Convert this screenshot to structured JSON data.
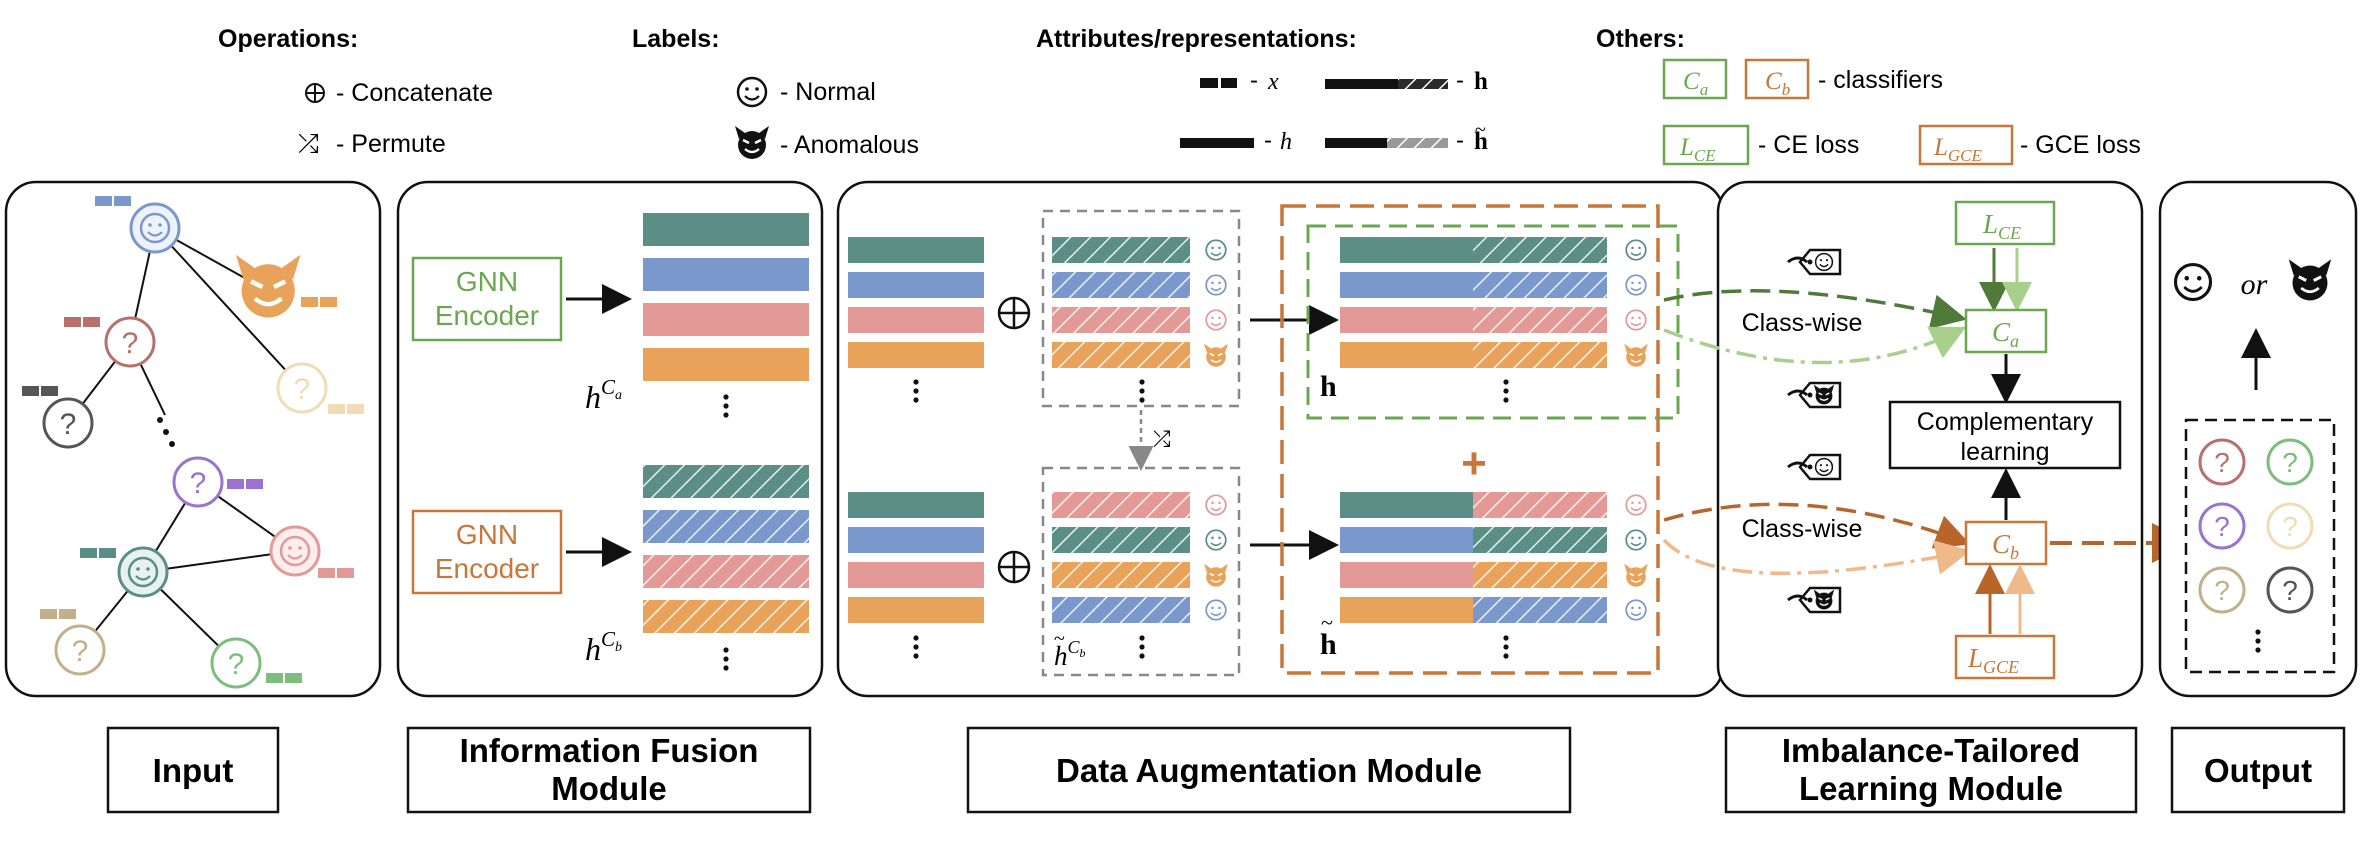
{
  "legend": {
    "operations": {
      "title": "Operations:",
      "concat": "- Concatenate",
      "permute": "- Permute"
    },
    "labels": {
      "title": "Labels:",
      "normal": "- Normal",
      "anomalous": "- Anomalous"
    },
    "attributes": {
      "title": "Attributes/representations:",
      "x": "x",
      "h_italic": "h",
      "h_bold": "h",
      "h_tilde": "h"
    },
    "others": {
      "title": "Others:",
      "ca": "C",
      "ca_sub": "a",
      "cb": "C",
      "cb_sub": "b",
      "classifiers": "- classifiers",
      "lce": "L",
      "lce_sub": "CE",
      "ce_loss": "- CE loss",
      "lgce": "L",
      "lgce_sub": "GCE",
      "gce_loss": "- GCE loss"
    }
  },
  "fusion": {
    "encoder_a_line1": "GNN",
    "encoder_a_line2": "Encoder",
    "encoder_b_line1": "GNN",
    "encoder_b_line2": "Encoder",
    "h_ca": "h",
    "h_ca_sup": "C",
    "h_ca_subsup": "a",
    "h_cb": "h",
    "h_cb_sup": "C",
    "h_cb_subsup": "b"
  },
  "augmentation": {
    "h_cb_tilde": "h",
    "h_cb_tilde_sup": "C",
    "h_cb_tilde_subsup": "b",
    "bold_h": "h",
    "bold_h_tilde": "h",
    "plus": "+"
  },
  "imbalance": {
    "class_wise_top": "Class-wise",
    "class_wise_bottom": "Class-wise",
    "complementary_line1": "Complementary",
    "complementary_line2": "learning",
    "ca": "C",
    "ca_sub": "a",
    "cb": "C",
    "cb_sub": "b",
    "lce": "L",
    "lce_sub": "CE",
    "lgce": "L",
    "lgce_sub": "GCE"
  },
  "output": {
    "or": "or"
  },
  "module_labels": {
    "input": "Input",
    "fusion_line1": "Information Fusion",
    "fusion_line2": "Module",
    "augmentation": "Data Augmentation Module",
    "imbalance_line1": "Imbalance-Tailored",
    "imbalance_line2": "Learning Module",
    "output": "Output"
  },
  "colors": {
    "teal": "#5b8f86",
    "blue": "#7a98cc",
    "pink": "#e39a96",
    "orange": "#e9a25a",
    "green_accent": "#6aa84f",
    "orange_accent": "#c8763a"
  }
}
